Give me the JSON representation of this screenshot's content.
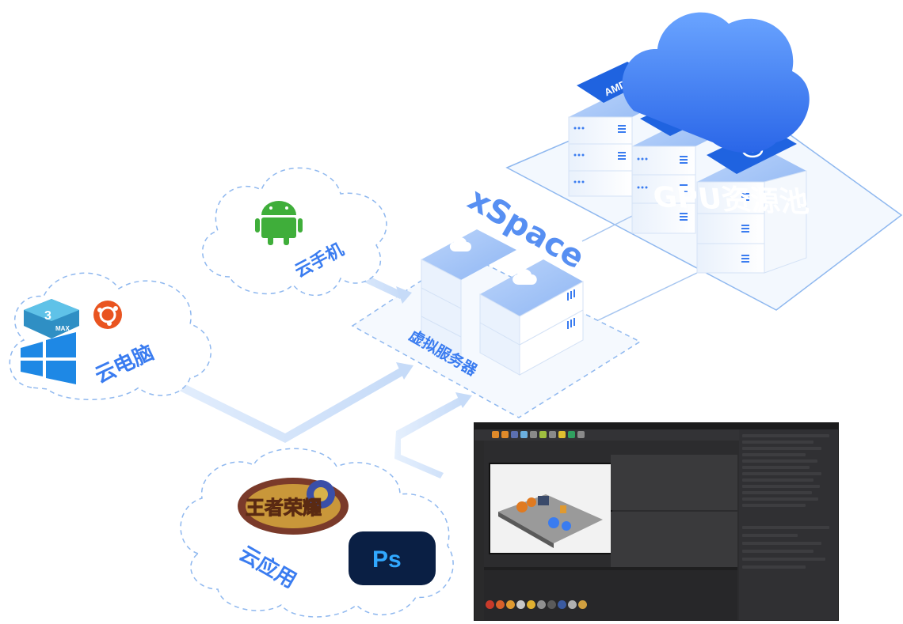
{
  "labels": {
    "gpu_pool": "GPU资源池",
    "xspace": "xSpace",
    "virtual_server": "虚拟服务器",
    "cloud_phone": "云手机",
    "cloud_pc": "云电脑",
    "cloud_app": "云应用"
  },
  "logos": {
    "amd": "AMD",
    "max": "MAX",
    "max_num": "3",
    "ps": "Ps",
    "game": "王者荣耀"
  },
  "icons": [
    "amd-icon",
    "nvidia-icon",
    "cloud-icon",
    "android-icon",
    "3dsmax-icon",
    "ubuntu-icon",
    "windows-icon",
    "photoshop-icon",
    "game-logo-icon"
  ],
  "colors": {
    "accent": "#3a7cf0",
    "dash": "#8fb8ef",
    "server_top": "#2f73e6",
    "connector": "#d8e7fb"
  }
}
